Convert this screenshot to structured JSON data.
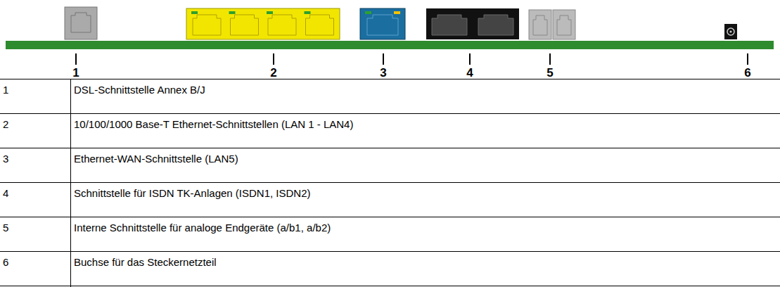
{
  "diagram": {
    "labels": [
      "1",
      "2",
      "3",
      "4",
      "5",
      "6",
      "1",
      "DSL-Schnittstelle Annex B/J",
      "2",
      "10/100/1000 Base-T Ethernet-Schnittstellen (LAN 1 - LAN4)",
      "3",
      "Ethernet-WAN-Schnittstelle (LAN5)",
      "4",
      "Schnittstelle für ISDN TK-Anlagen (ISDN1, ISDN2)",
      "5",
      "Interne Schnittstelle für analoge Endgeräte (a/b1, a/b2)",
      "6",
      "Buchse für das Steckernetzteil"
    ]
  }
}
